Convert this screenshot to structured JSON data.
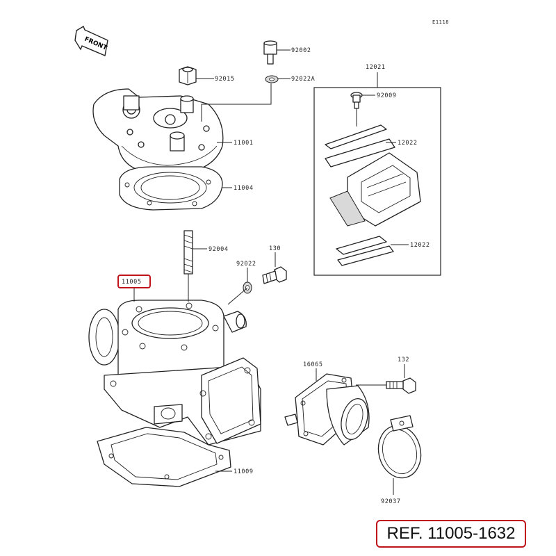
{
  "diagram_code": "E1118",
  "front_label": "FRONT",
  "highlight_color": "#c0141b",
  "parts": {
    "p92002": "92002",
    "p92015": "92015",
    "p92022A": "92022A",
    "p11001": "11001",
    "p11004": "11004",
    "p12021": "12021",
    "p92009": "92009",
    "p12022a": "12022",
    "p12022b": "12022",
    "p92004": "92004",
    "p130": "130",
    "p92022": "92022",
    "p11005": "11005",
    "p16065": "16065",
    "p132": "132",
    "p11009": "11009",
    "p92037": "92037"
  },
  "reference": "REF. 11005-1632"
}
